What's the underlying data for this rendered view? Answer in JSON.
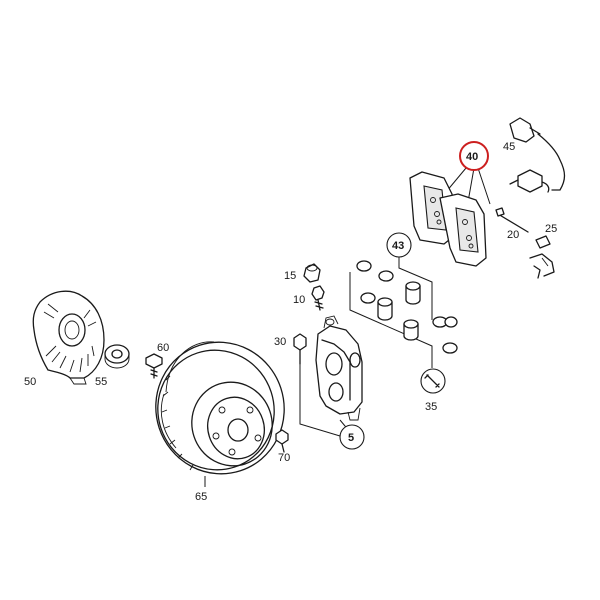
{
  "diagram": {
    "highlight_color": "#cc1f1f",
    "labels": {
      "p5": "5",
      "p10": "10",
      "p15": "15",
      "p20": "20",
      "p25": "25",
      "p30": "30",
      "p35": "35",
      "p40": "40",
      "p43": "43",
      "p45": "45",
      "p50": "50",
      "p55": "55",
      "p60": "60",
      "p65": "65",
      "p70": "70"
    },
    "highlighted_part": "40"
  }
}
